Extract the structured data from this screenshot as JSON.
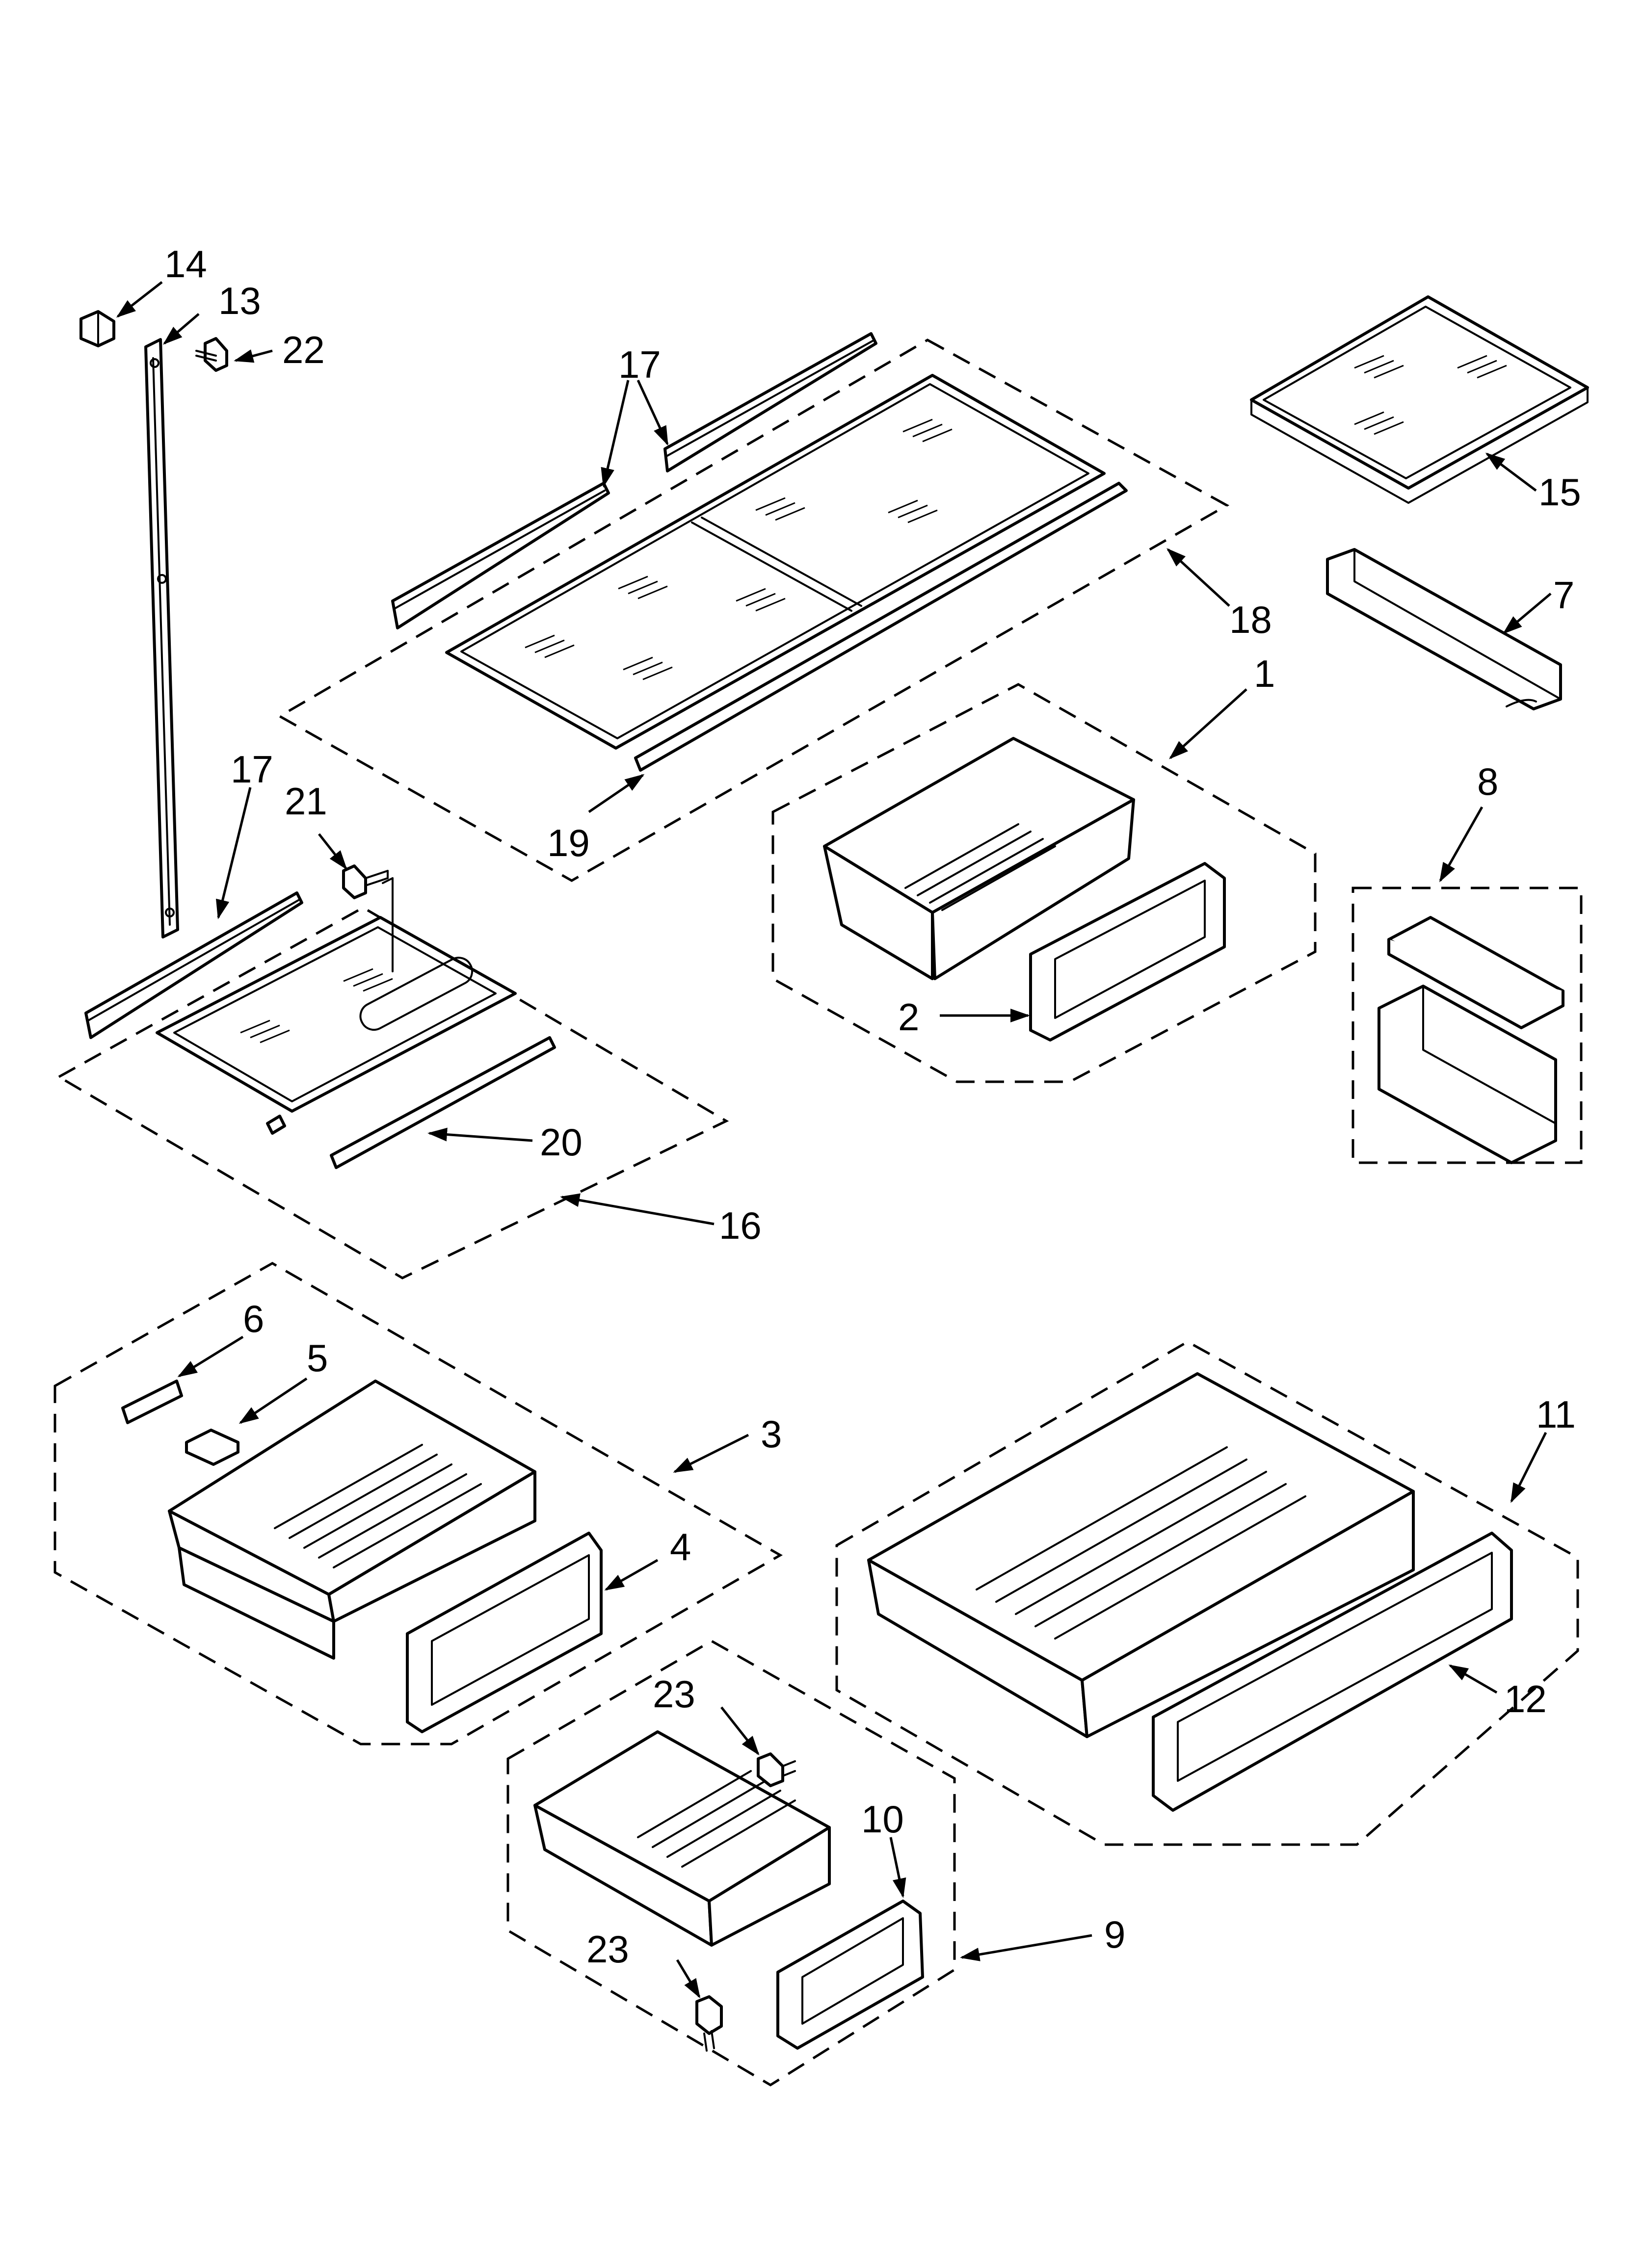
{
  "callouts": [
    {
      "id": "c14",
      "label": "14"
    },
    {
      "id": "c13",
      "label": "13"
    },
    {
      "id": "c22",
      "label": "22"
    },
    {
      "id": "c17a",
      "label": "17"
    },
    {
      "id": "c15",
      "label": "15"
    },
    {
      "id": "c7",
      "label": "7"
    },
    {
      "id": "c18",
      "label": "18"
    },
    {
      "id": "c1",
      "label": "1"
    },
    {
      "id": "c19",
      "label": "19"
    },
    {
      "id": "c17b",
      "label": "17"
    },
    {
      "id": "c21",
      "label": "21"
    },
    {
      "id": "c8",
      "label": "8"
    },
    {
      "id": "c2",
      "label": "2"
    },
    {
      "id": "c20",
      "label": "20"
    },
    {
      "id": "c16",
      "label": "16"
    },
    {
      "id": "c6",
      "label": "6"
    },
    {
      "id": "c5",
      "label": "5"
    },
    {
      "id": "c3",
      "label": "3"
    },
    {
      "id": "c11",
      "label": "11"
    },
    {
      "id": "c4",
      "label": "4"
    },
    {
      "id": "c12",
      "label": "12"
    },
    {
      "id": "c23a",
      "label": "23"
    },
    {
      "id": "c10",
      "label": "10"
    },
    {
      "id": "c9",
      "label": "9"
    },
    {
      "id": "c23b",
      "label": "23"
    }
  ]
}
